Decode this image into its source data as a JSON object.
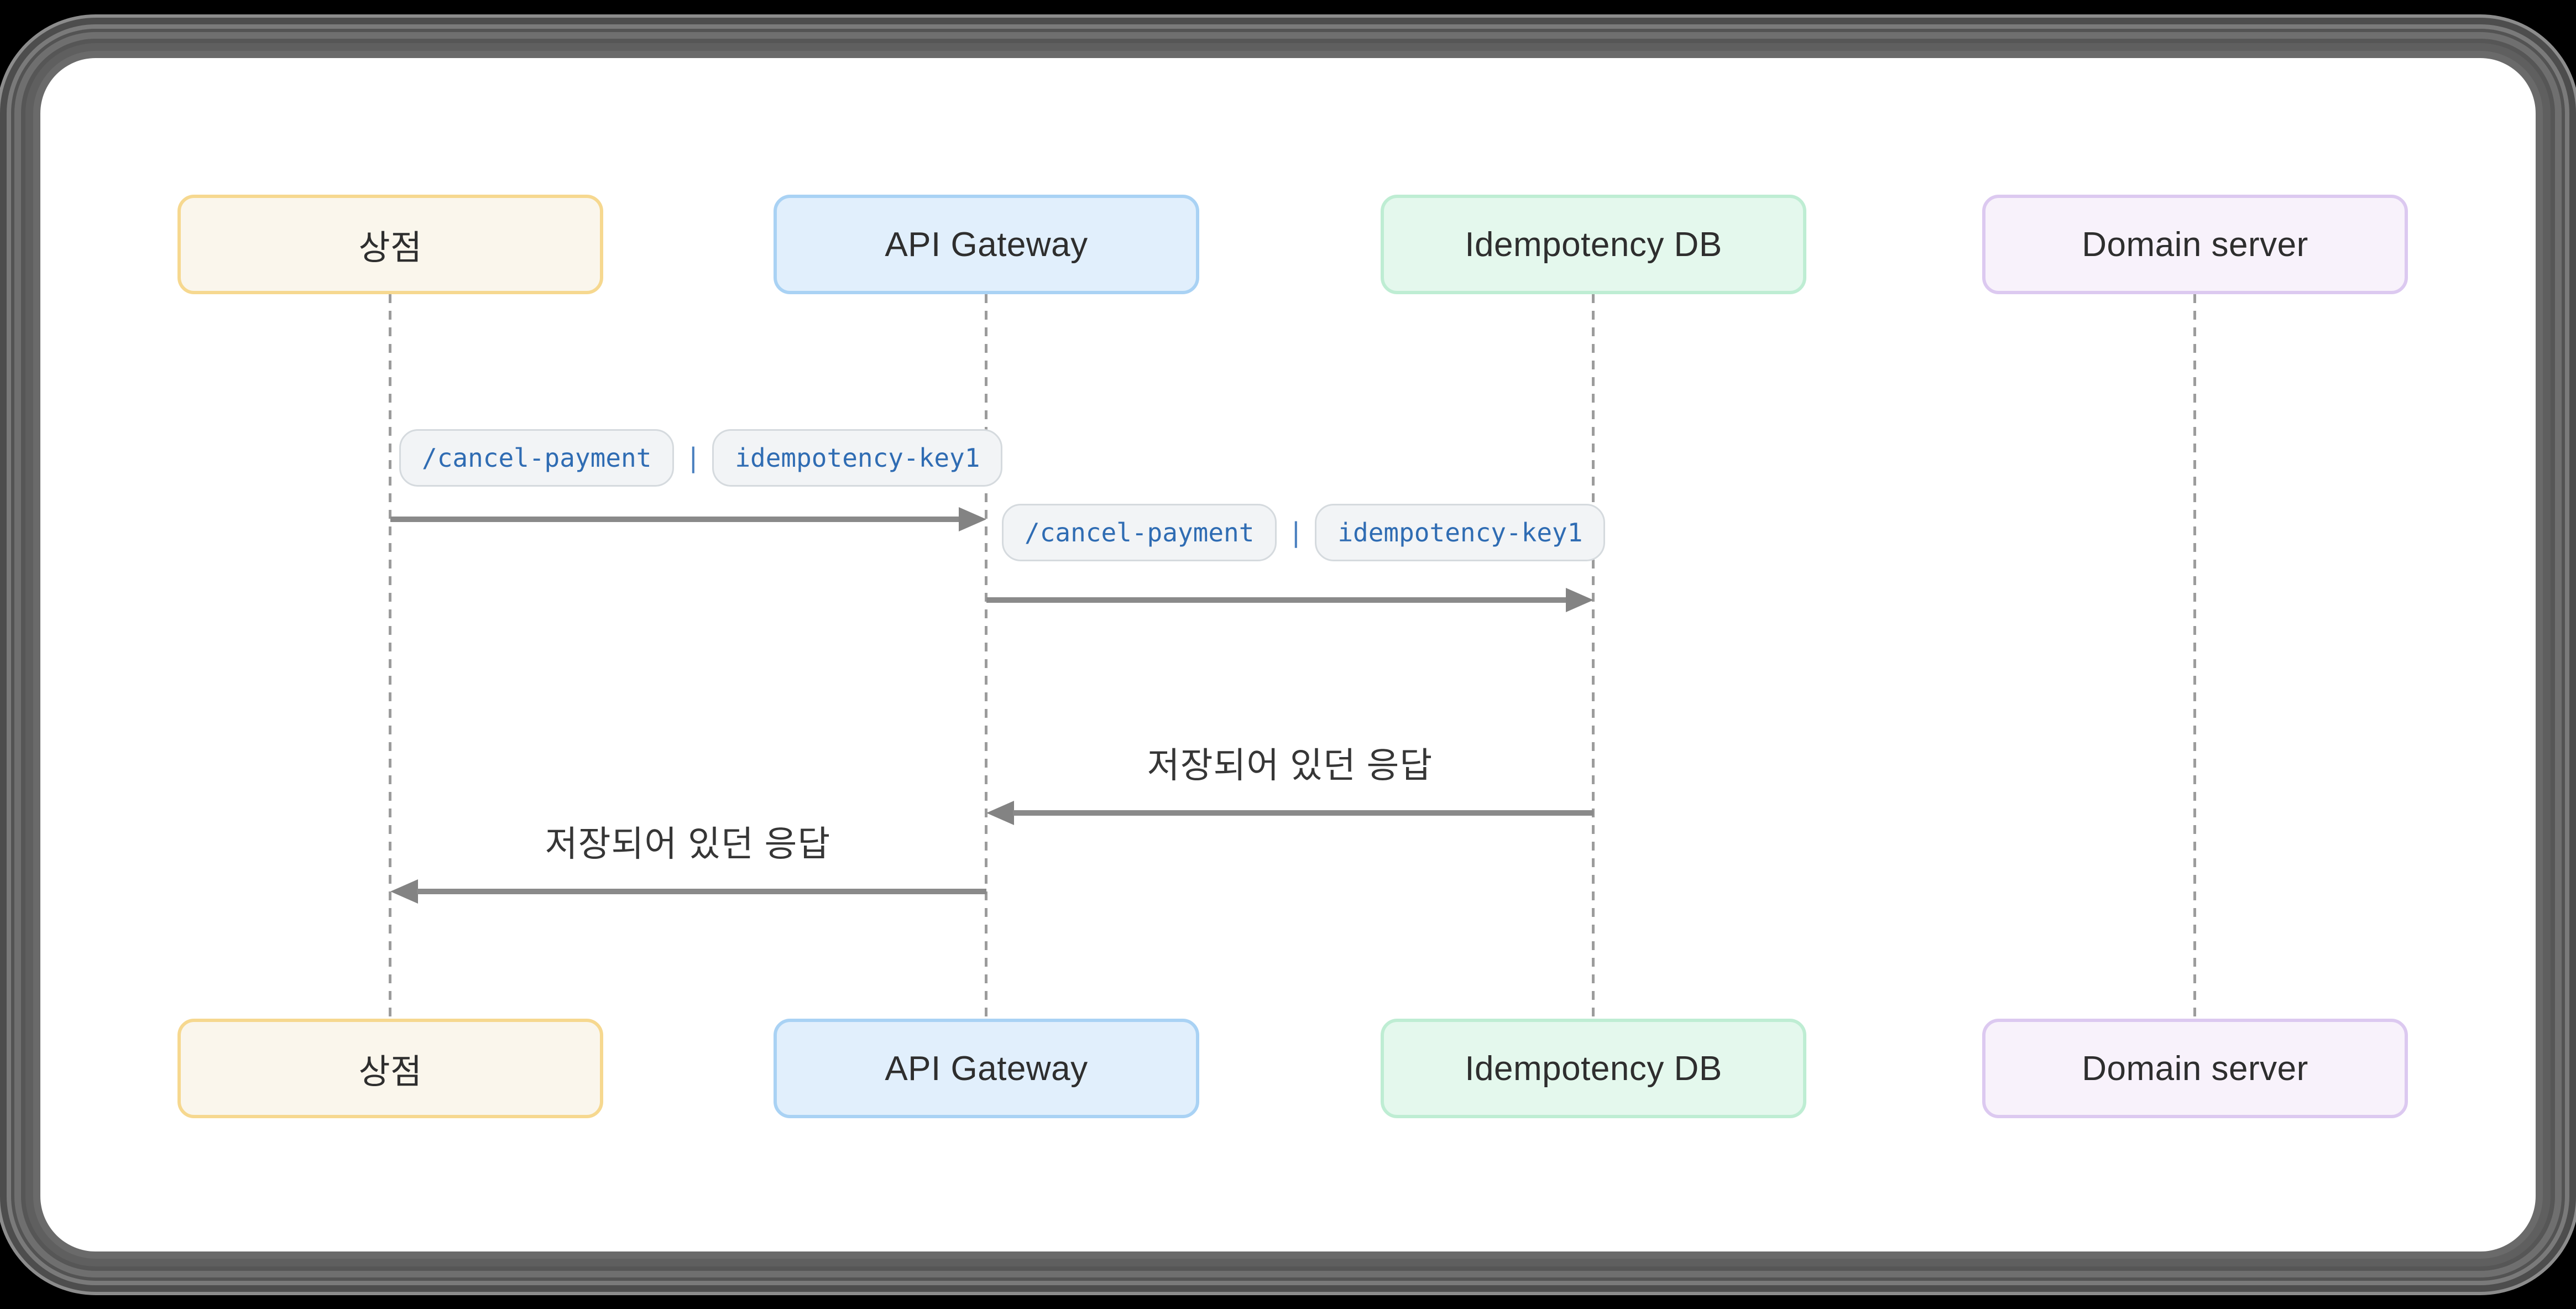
{
  "diagram": {
    "type": "sequence",
    "actors": [
      {
        "id": "store",
        "label": "상점",
        "fill": "#faf6ec",
        "border": "#f6d88f"
      },
      {
        "id": "api-gateway",
        "label": "API Gateway",
        "fill": "#e1effc",
        "border": "#a9d2f4"
      },
      {
        "id": "idempotency-db",
        "label": "Idempotency DB",
        "fill": "#e4f8ed",
        "border": "#beedd3"
      },
      {
        "id": "domain-server",
        "label": "Domain server",
        "fill": "#f8f2fb",
        "border": "#dcc9f0"
      }
    ],
    "messages": [
      {
        "from": "store",
        "to": "api-gateway",
        "style": "chips",
        "chips": [
          "/cancel-payment",
          "idempotency-key1"
        ],
        "separator": "|"
      },
      {
        "from": "api-gateway",
        "to": "idempotency-db",
        "style": "chips",
        "chips": [
          "/cancel-payment",
          "idempotency-key1"
        ],
        "separator": "|"
      },
      {
        "from": "idempotency-db",
        "to": "api-gateway",
        "style": "text",
        "label": "저장되어 있던 응답"
      },
      {
        "from": "api-gateway",
        "to": "store",
        "style": "text",
        "label": "저장되어 있던 응답"
      }
    ],
    "colors": {
      "page_bg": "#000000",
      "panel_bg": "#ffffff",
      "frame_gray": "#5f5f5f",
      "arrow": "#8a8a8a",
      "lifeline": "#9c9c9c",
      "chip_bg": "#f2f4f6",
      "chip_border": "#d5dade",
      "chip_text": "#2f6cb3",
      "message_text": "#363636"
    }
  }
}
